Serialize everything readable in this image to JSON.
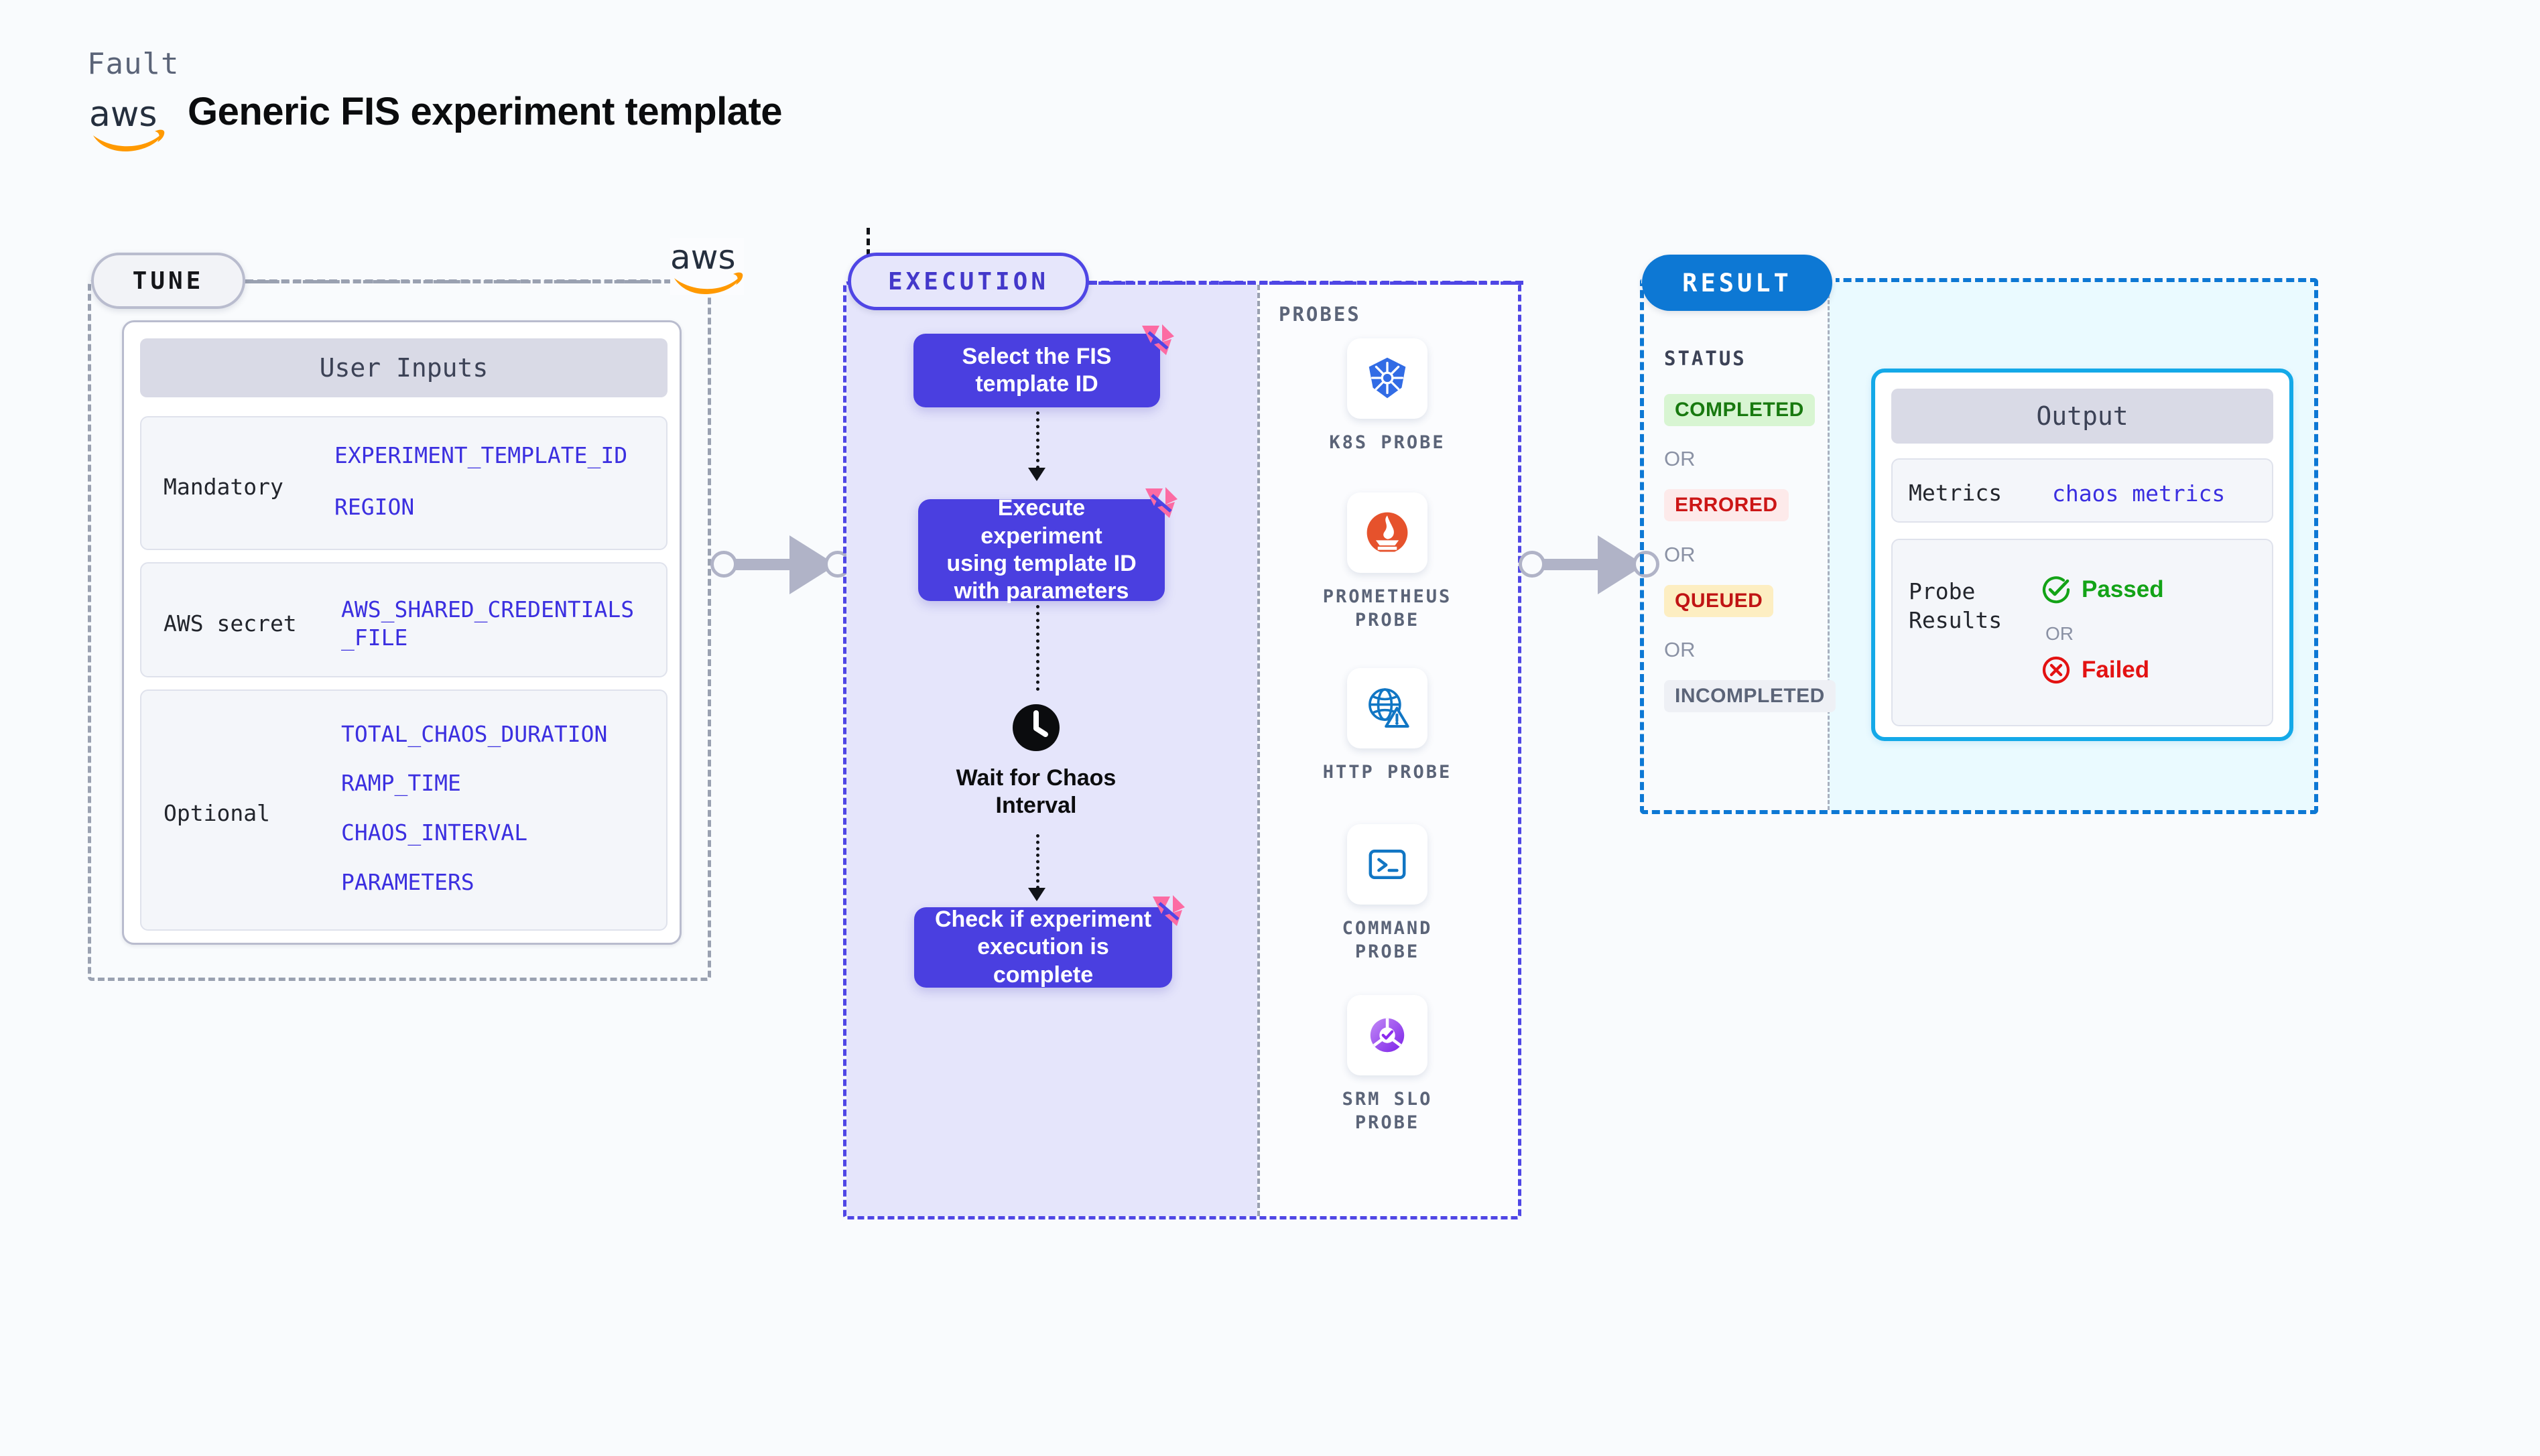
{
  "header": {
    "eyebrow": "Fault",
    "logo": "aws-logo",
    "title": "Generic FIS experiment template"
  },
  "tune": {
    "badge": "TUNE",
    "aws_logo": "aws-logo",
    "card_title": "User Inputs",
    "groups": [
      {
        "label": "Mandatory",
        "values": [
          "EXPERIMENT_TEMPLATE_ID",
          "REGION"
        ]
      },
      {
        "label": "AWS secret",
        "values": [
          "AWS_SHARED_CREDENTIALS\n_FILE"
        ]
      },
      {
        "label": "Optional",
        "values": [
          "TOTAL_CHAOS_DURATION",
          "RAMP_TIME",
          "CHAOS_INTERVAL",
          "PARAMETERS"
        ]
      }
    ]
  },
  "execution": {
    "badge": "EXECUTION",
    "steps": [
      {
        "text": "Select the FIS\ntemplate ID",
        "marked": true
      },
      {
        "text": "Execute experiment\nusing template ID\nwith parameters",
        "marked": true
      },
      {
        "text": "Wait for Chaos\nInterval",
        "icon": "clock-icon",
        "marked": false
      },
      {
        "text": "Check if experiment\nexecution is complete",
        "marked": true
      }
    ],
    "probes": {
      "title": "PROBES",
      "items": [
        {
          "label": "K8S PROBE",
          "icon": "kubernetes-icon"
        },
        {
          "label": "PROMETHEUS\nPROBE",
          "icon": "prometheus-icon"
        },
        {
          "label": "HTTP PROBE",
          "icon": "http-globe-warning-icon"
        },
        {
          "label": "COMMAND\nPROBE",
          "icon": "terminal-icon"
        },
        {
          "label": "SRM SLO\nPROBE",
          "icon": "srm-slo-icon"
        }
      ]
    }
  },
  "result": {
    "badge": "RESULT",
    "status_title": "STATUS",
    "or_label": "OR",
    "statuses": [
      {
        "label": "COMPLETED",
        "fg": "#18790f",
        "bg": "#d8f5d2"
      },
      {
        "label": "ERRORED",
        "fg": "#cc1616",
        "bg": "#fdeaea"
      },
      {
        "label": "QUEUED",
        "fg": "#c01414",
        "bg": "#fdeec2"
      },
      {
        "label": "INCOMPLETED",
        "fg": "#5b6478",
        "bg": "#eef0f5"
      }
    ],
    "output": {
      "title": "Output",
      "metrics_label": "Metrics",
      "metrics_value": "chaos metrics",
      "probe_label": "Probe\nResults",
      "passed": "Passed",
      "failed": "Failed",
      "or_label": "OR"
    }
  },
  "colors": {
    "page_bg": "#f9fbfd",
    "tune_border": "#9aa1b1",
    "exec_accent": "#4f46e5",
    "exec_fill": "#e5e5fb",
    "node_bg": "#4a3fe0",
    "result_accent": "#0d78d4",
    "output_accent": "#14a9e8",
    "output_fill": "#eafaff",
    "mono_value": "#3b2fe0",
    "marker_pink": "#fc6ba3"
  }
}
